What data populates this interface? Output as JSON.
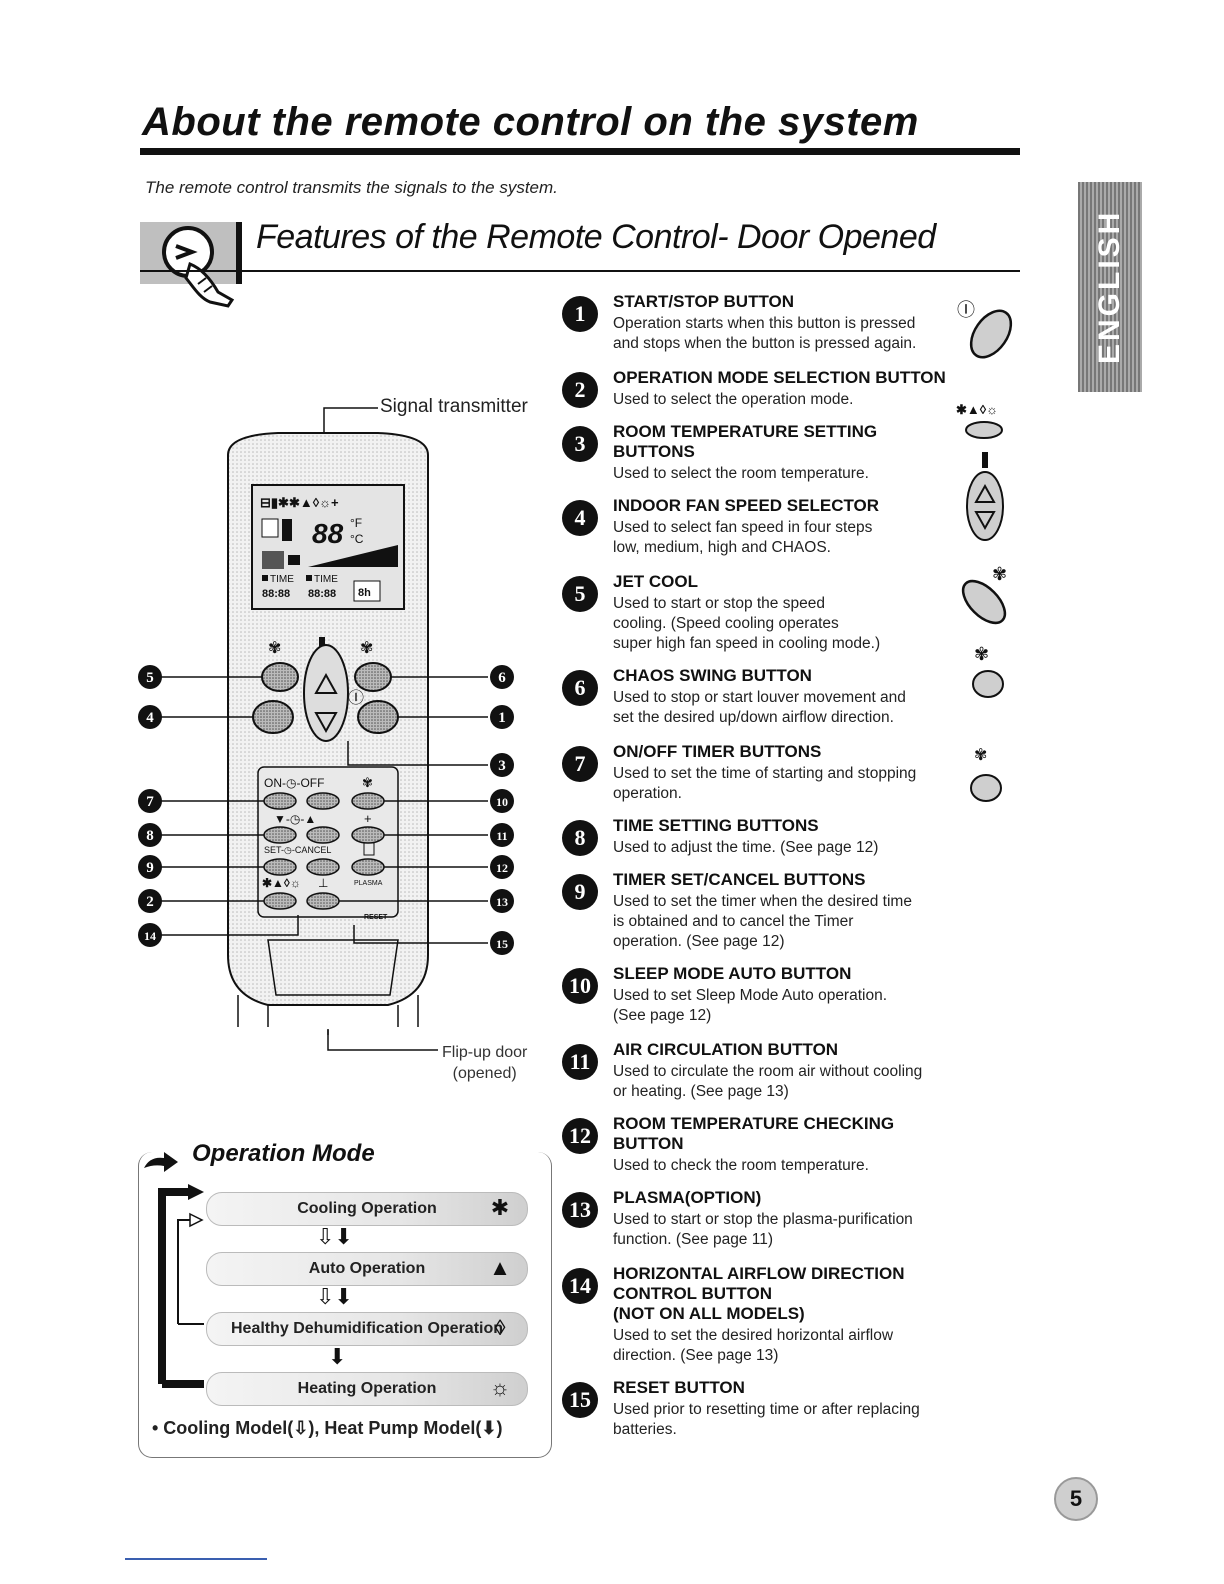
{
  "page": {
    "title": "About the remote control on the system",
    "intro": "The remote control transmits the signals to the system.",
    "section_title": "Features of the Remote Control- Door Opened",
    "language_tab": "ENGLISH",
    "page_number": "5"
  },
  "diagram": {
    "signal_label": "Signal transmitter",
    "flip_label_line1": "Flip-up door",
    "flip_label_line2": "(opened)",
    "display": {
      "temp": "88",
      "unit_f": "°F",
      "unit_c": "°C",
      "time1": "TIME",
      "time2": "TIME",
      "digits1": "88:88",
      "digits2": "88:88",
      "hrs": "8h"
    },
    "panel": {
      "on_off": "ON-◷-OFF",
      "v_t": "▼-◷-▲",
      "set_cancel": "SET-◷-CANCEL",
      "plasma": "PLASMA",
      "reset": "RESET",
      "plus": "+"
    },
    "callouts_left": [
      "5",
      "4",
      "7",
      "8",
      "9",
      "2",
      "14"
    ],
    "callouts_right": [
      "6",
      "1",
      "3",
      "10",
      "11",
      "12",
      "13",
      "15"
    ]
  },
  "features": [
    {
      "num": "1",
      "title": "START/STOP BUTTON",
      "desc": "Operation starts when this button is pressed\nand stops when the button is pressed again."
    },
    {
      "num": "2",
      "title": "OPERATION MODE SELECTION BUTTON",
      "desc": "Used to select the operation mode."
    },
    {
      "num": "3",
      "title": "ROOM TEMPERATURE SETTING\nBUTTONS",
      "desc": "Used to select the room temperature."
    },
    {
      "num": "4",
      "title": "INDOOR FAN SPEED SELECTOR",
      "desc": "Used to select fan speed in four steps\nlow, medium, high and CHAOS."
    },
    {
      "num": "5",
      "title": "JET COOL",
      "desc": "Used to start or stop the speed\ncooling. (Speed cooling operates\nsuper high fan speed in cooling mode.)"
    },
    {
      "num": "6",
      "title": "CHAOS SWING BUTTON",
      "desc": "Used to stop or start louver movement and\nset the desired up/down airflow direction."
    },
    {
      "num": "7",
      "title": "ON/OFF TIMER BUTTONS",
      "desc": "Used to set the time of starting and stopping\noperation."
    },
    {
      "num": "8",
      "title": "TIME SETTING BUTTONS",
      "desc": "Used to adjust the time. (See page 12)"
    },
    {
      "num": "9",
      "title": "TIMER SET/CANCEL BUTTONS",
      "desc": "Used to set the timer when the desired time\nis obtained and to cancel the Timer\noperation. (See page 12)"
    },
    {
      "num": "10",
      "title": "SLEEP MODE AUTO BUTTON",
      "desc": "Used to set Sleep Mode Auto operation.\n(See page 12)"
    },
    {
      "num": "11",
      "title": "AIR CIRCULATION BUTTON",
      "desc": "Used to circulate the room air without cooling\nor heating. (See page 13)"
    },
    {
      "num": "12",
      "title": "ROOM TEMPERATURE CHECKING\nBUTTON",
      "desc": "Used to check the room temperature."
    },
    {
      "num": "13",
      "title": "PLASMA(OPTION)",
      "desc": "Used to start or stop the plasma-purification\nfunction. (See page 11)"
    },
    {
      "num": "14",
      "title": "HORIZONTAL AIRFLOW DIRECTION\nCONTROL BUTTON\n(NOT ON ALL MODELS)",
      "desc": "Used to set the desired horizontal airflow\ndirection. (See page 13)"
    },
    {
      "num": "15",
      "title": "RESET BUTTON",
      "desc": "Used prior to resetting time or after replacing\nbatteries."
    }
  ],
  "side_icons": {
    "start_stop_symbol": "Ⓘ",
    "mode_symbols": "✱▲◊☼",
    "fan_symbol": "✾",
    "swing_symbol": "✾",
    "horizontal_symbol": "✾"
  },
  "operation_mode": {
    "title": "Operation Mode",
    "modes": [
      {
        "label": "Cooling Operation",
        "icon": "snowflake-icon"
      },
      {
        "label": "Auto Operation",
        "icon": "auto-icon"
      },
      {
        "label": "Healthy Dehumidification Operation",
        "icon": "drop-icon"
      },
      {
        "label": "Heating Operation",
        "icon": "sun-icon"
      }
    ],
    "arrows": "⇩⬇",
    "arrow_single": "⬇",
    "footnote": "• Cooling Model(⇩), Heat Pump Model(⬇)"
  }
}
